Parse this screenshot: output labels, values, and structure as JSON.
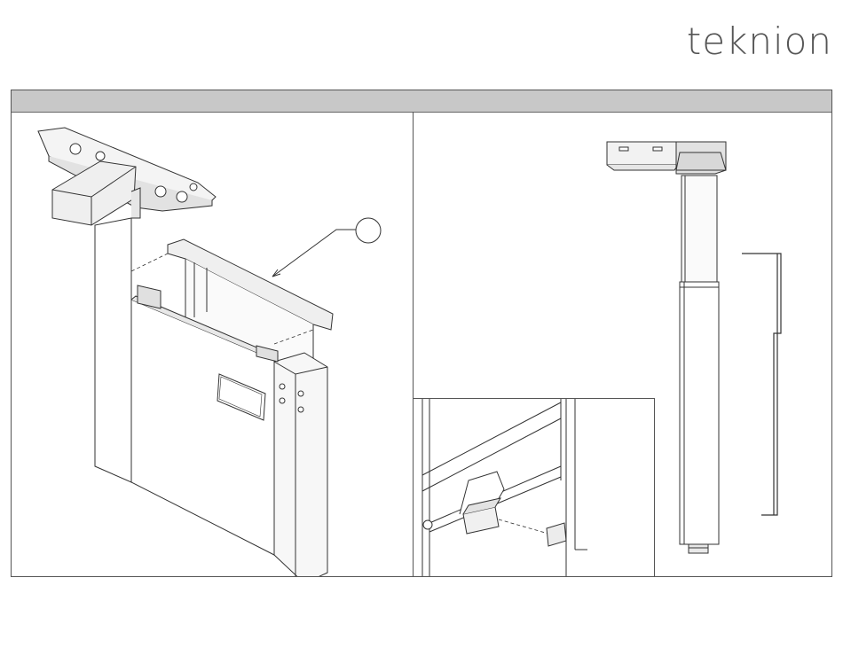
{
  "brand": {
    "name": "teknion"
  },
  "colors": {
    "band": "#c8c8c8",
    "line": "#333333",
    "fill_light": "#f4f4f4",
    "fill_mid": "#e2e2e2"
  },
  "figures": {
    "left": {
      "name": "assembly-isometric-view"
    },
    "right": {
      "name": "leg-column-side-view"
    },
    "inset": {
      "name": "detail-bracket-view"
    }
  }
}
